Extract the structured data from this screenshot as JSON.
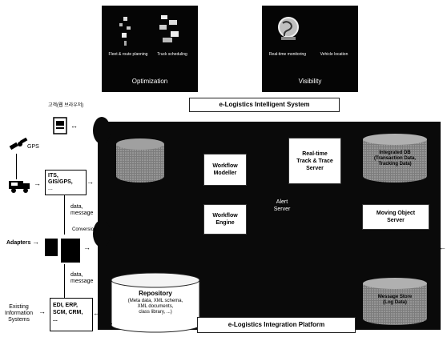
{
  "top_panels": {
    "optimization": {
      "caption": "Optimization",
      "items": [
        "Fleet & route planning",
        "Truck scheduling"
      ]
    },
    "visibility": {
      "caption": "Visibility",
      "items": [
        "Real-time monitoring",
        "Vehicle location"
      ]
    }
  },
  "system_title": "e-Logistics Intelligent System",
  "platform_title": "e-Logistics Integration Platform",
  "left": {
    "customer": "고객(웹 브라우저)",
    "gps": "GPS",
    "its": "ITS, GIS/GPS,",
    "its_sub": "...",
    "data_message_1": "data,\nmessage",
    "conversion": "Conversion",
    "adapters": "Adapters",
    "data_message_2": "data,\nmessage",
    "existing": "Existing\nInformation\nSystems",
    "erp": "EDI, ERP,\nSCM, CRM,\n..."
  },
  "core": {
    "workflow_modeller": "Workflow\nModeller",
    "workflow_engine": "Workflow\nEngine",
    "alert_server": "Alert\nServer",
    "realtime_server": "Real-time\nTrack & Trace\nServer",
    "integrated_db": "Integrated DB\n(Transaction Data,\nTracking Data)",
    "moving_object_server": "Moving Object\nServer",
    "repository": "Repository",
    "repository_items": "(Meta data, XML schema,\nXML documents,\nclass library, ...)",
    "message_store": "Message Store\n(Log Data)"
  }
}
